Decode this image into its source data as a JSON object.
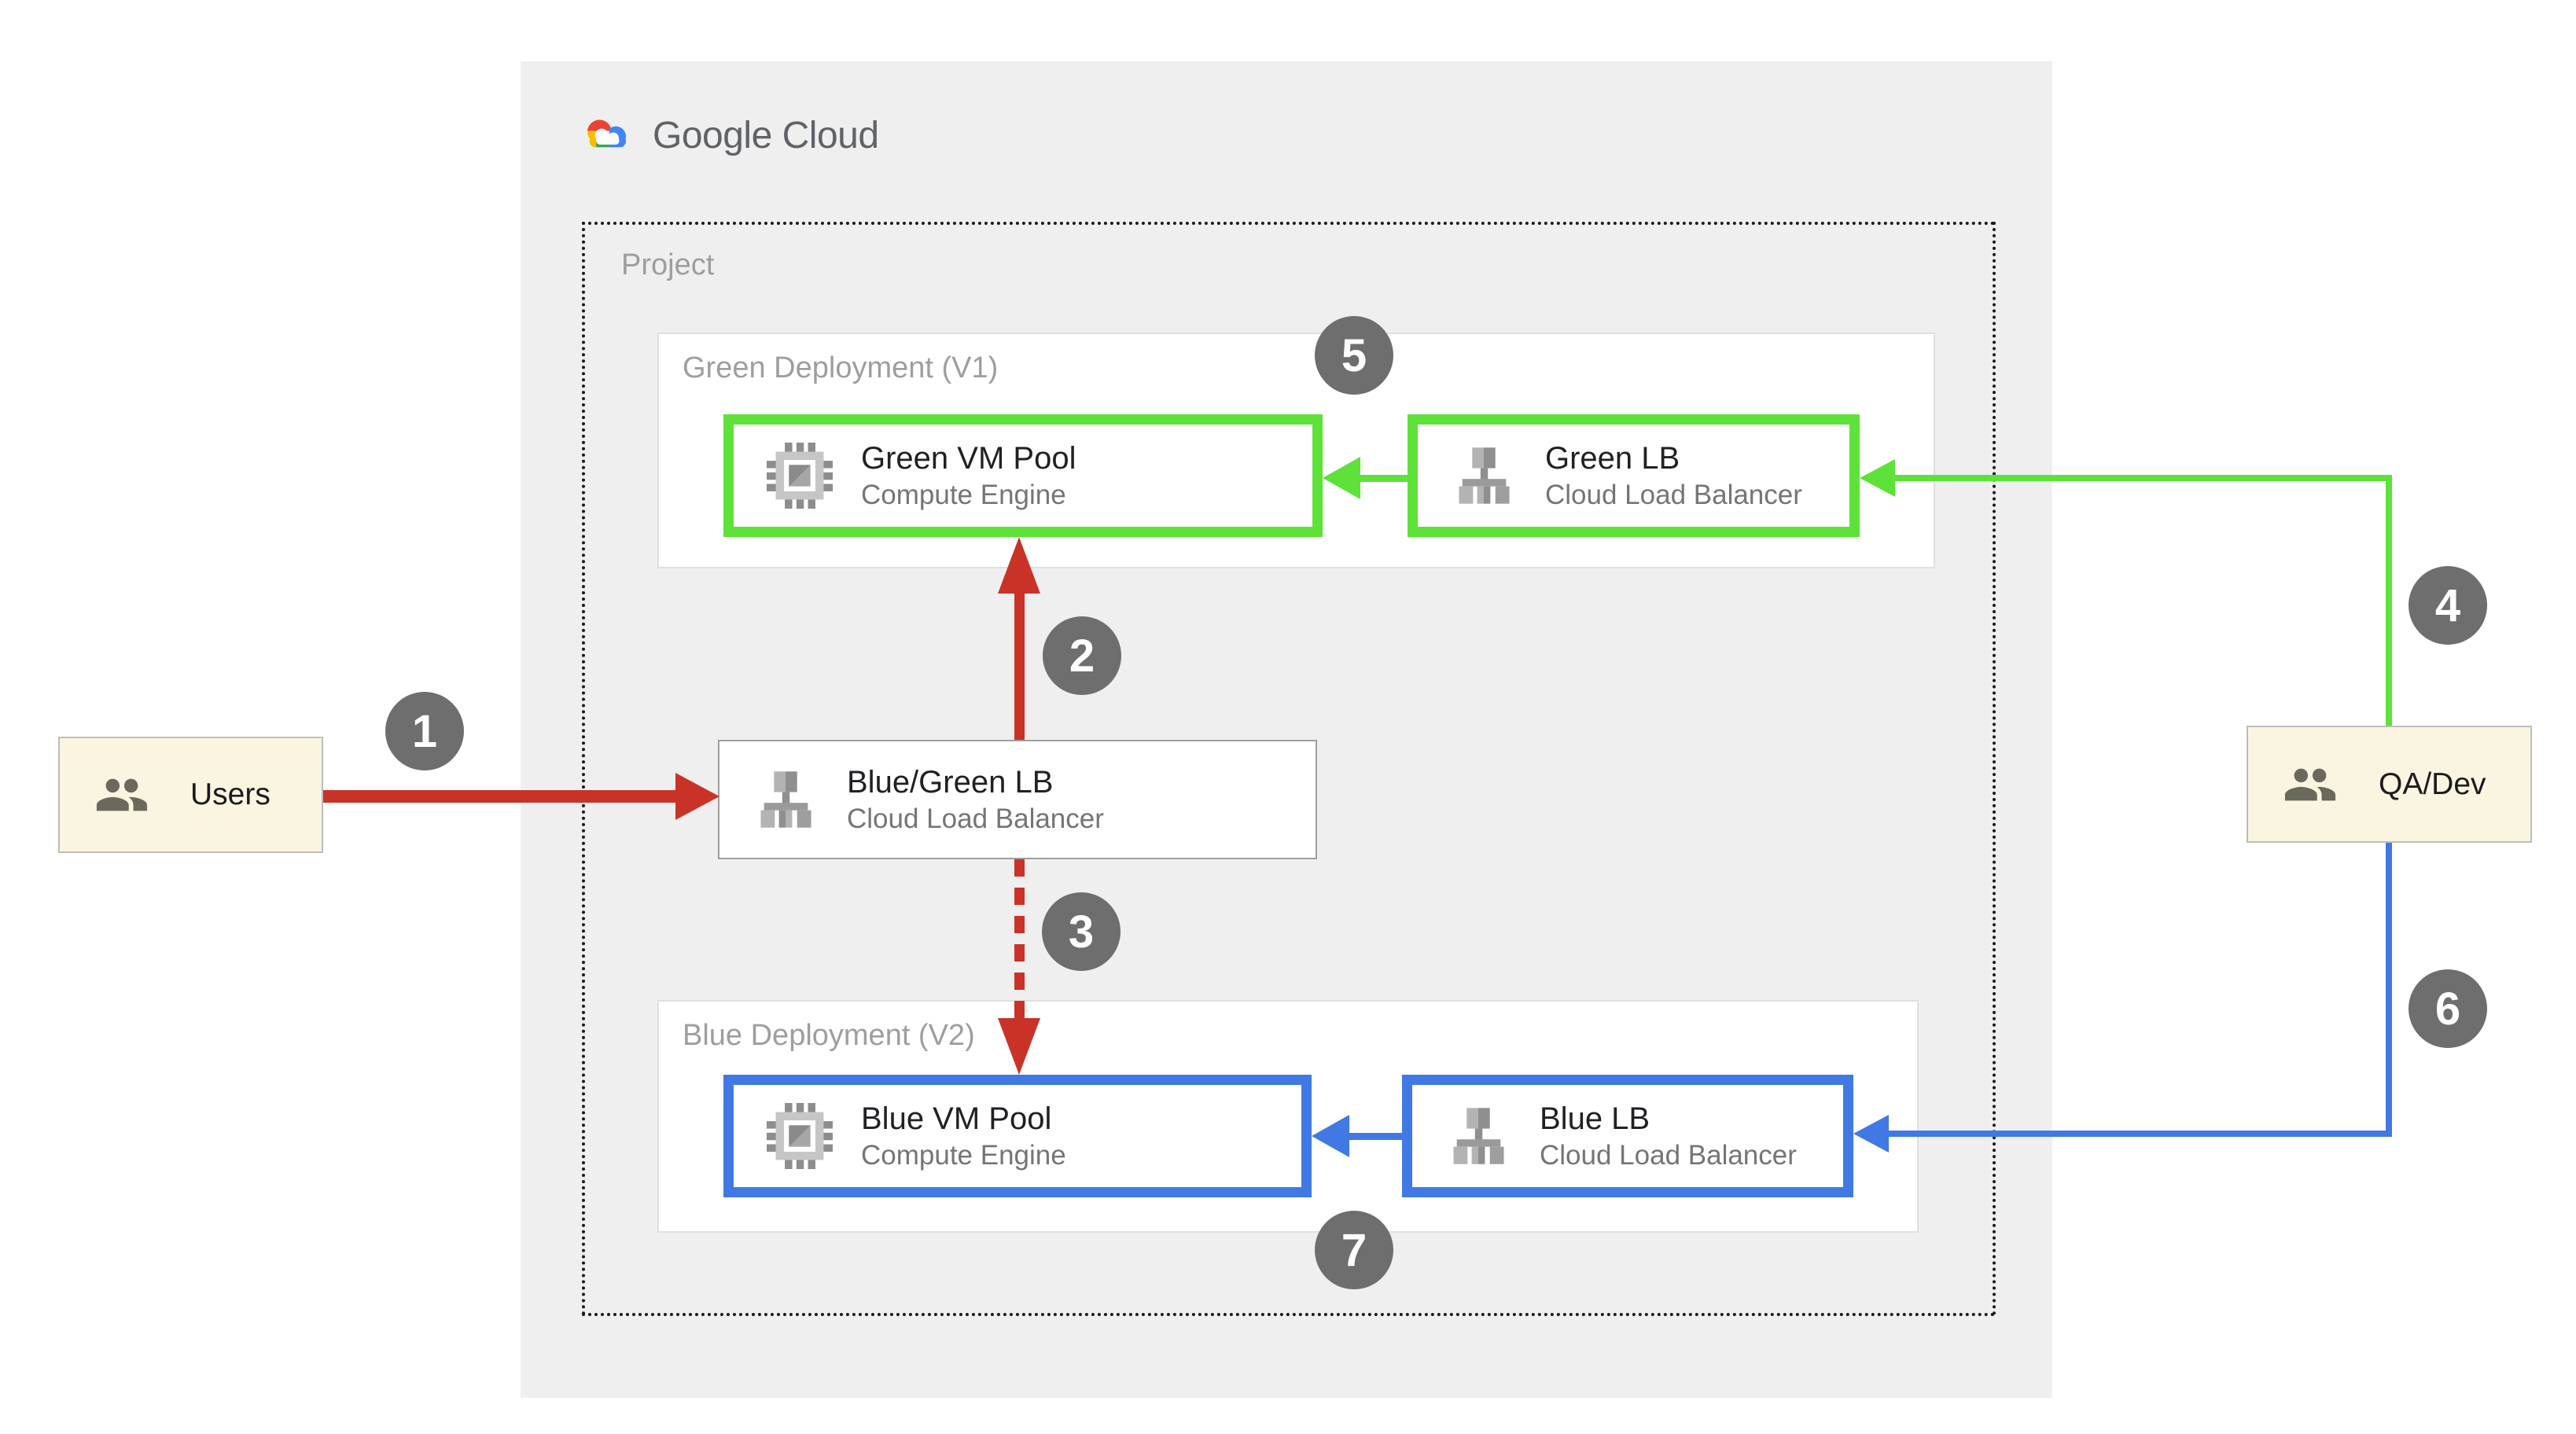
{
  "logo": {
    "text": "Google Cloud"
  },
  "project": {
    "label": "Project"
  },
  "green_deployment": {
    "label": "Green Deployment (V1)",
    "vm_pool": {
      "title": "Green VM Pool",
      "subtitle": "Compute Engine"
    },
    "lb": {
      "title": "Green LB",
      "subtitle": "Cloud Load Balancer"
    }
  },
  "blue_deployment": {
    "label": "Blue Deployment (V2)",
    "vm_pool": {
      "title": "Blue VM Pool",
      "subtitle": "Compute Engine"
    },
    "lb": {
      "title": "Blue LB",
      "subtitle": "Cloud Load Balancer"
    }
  },
  "router": {
    "title": "Blue/Green LB",
    "subtitle": "Cloud Load Balancer"
  },
  "actors": {
    "users": "Users",
    "qa_dev": "QA/Dev"
  },
  "steps": [
    "1",
    "2",
    "3",
    "4",
    "5",
    "6",
    "7"
  ],
  "icons": {
    "logo": "google-cloud-logo",
    "vm": "compute-engine-chip-icon",
    "lb": "cloud-load-balancer-icon",
    "people": "users-people-icon"
  },
  "colors": {
    "live_traffic_red": "#C93327",
    "green_accent": "#5EE23A",
    "blue_accent": "#4179E4",
    "badge_gray": "#6E6E6E",
    "panel_gray": "#EFEFEF",
    "actor_cream": "#FAF5E1",
    "label_gray": "#9E9E9E",
    "subtitle_gray": "#757575"
  }
}
